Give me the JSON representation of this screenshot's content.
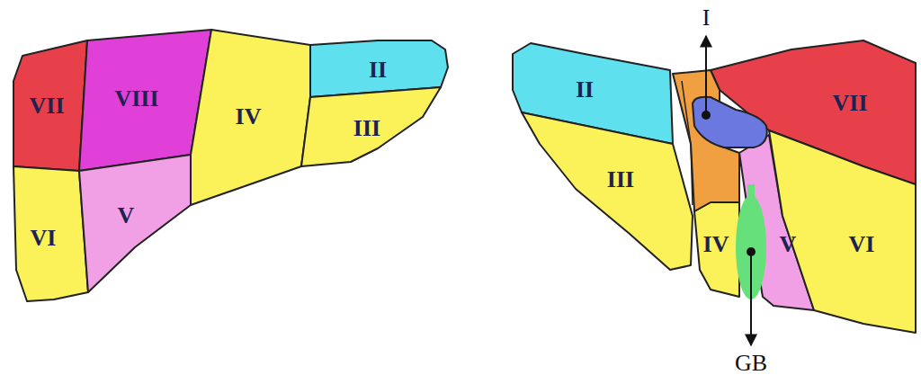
{
  "diagram": {
    "nodes": [
      {
        "text": [
          "VII"
        ]
      },
      {
        "text": [
          "VIII"
        ]
      },
      {
        "text": [
          "IV"
        ]
      },
      {
        "text": [
          "II"
        ]
      },
      {
        "text": [
          "III"
        ]
      },
      {
        "text": [
          "VI"
        ]
      },
      {
        "text": [
          "V"
        ]
      },
      {
        "text": [
          "II"
        ]
      },
      {
        "text": [
          "VII"
        ]
      },
      {
        "text": [
          "III"
        ]
      },
      {
        "text": [
          "IV"
        ]
      },
      {
        "text": [
          "V"
        ]
      },
      {
        "text": [
          "VI"
        ]
      }
    ],
    "labels": [
      "I",
      "GB"
    ]
  }
}
